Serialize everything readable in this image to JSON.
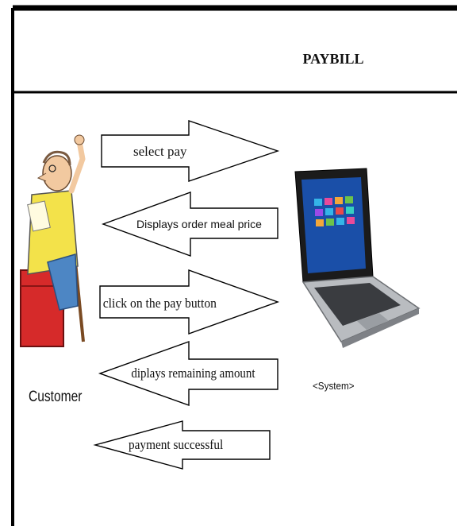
{
  "header": {
    "title": "PAYBILL"
  },
  "actors": {
    "customer": "Customer",
    "system": "<System>"
  },
  "messages": [
    {
      "text": "select pay",
      "direction": "right"
    },
    {
      "text": "Displays order meal price",
      "direction": "left"
    },
    {
      "text": "click on the pay button",
      "direction": "right"
    },
    {
      "text": "diplays remaining amount",
      "direction": "left"
    },
    {
      "text": "payment successful",
      "direction": "left"
    }
  ],
  "icons": {
    "customer": "customer-cartoon-icon",
    "system": "laptop-icon"
  },
  "colors": {
    "border": "#000000",
    "laptop_screen": "#1a4fa8",
    "chair": "#d62a2a",
    "shirt": "#f3e24a"
  }
}
